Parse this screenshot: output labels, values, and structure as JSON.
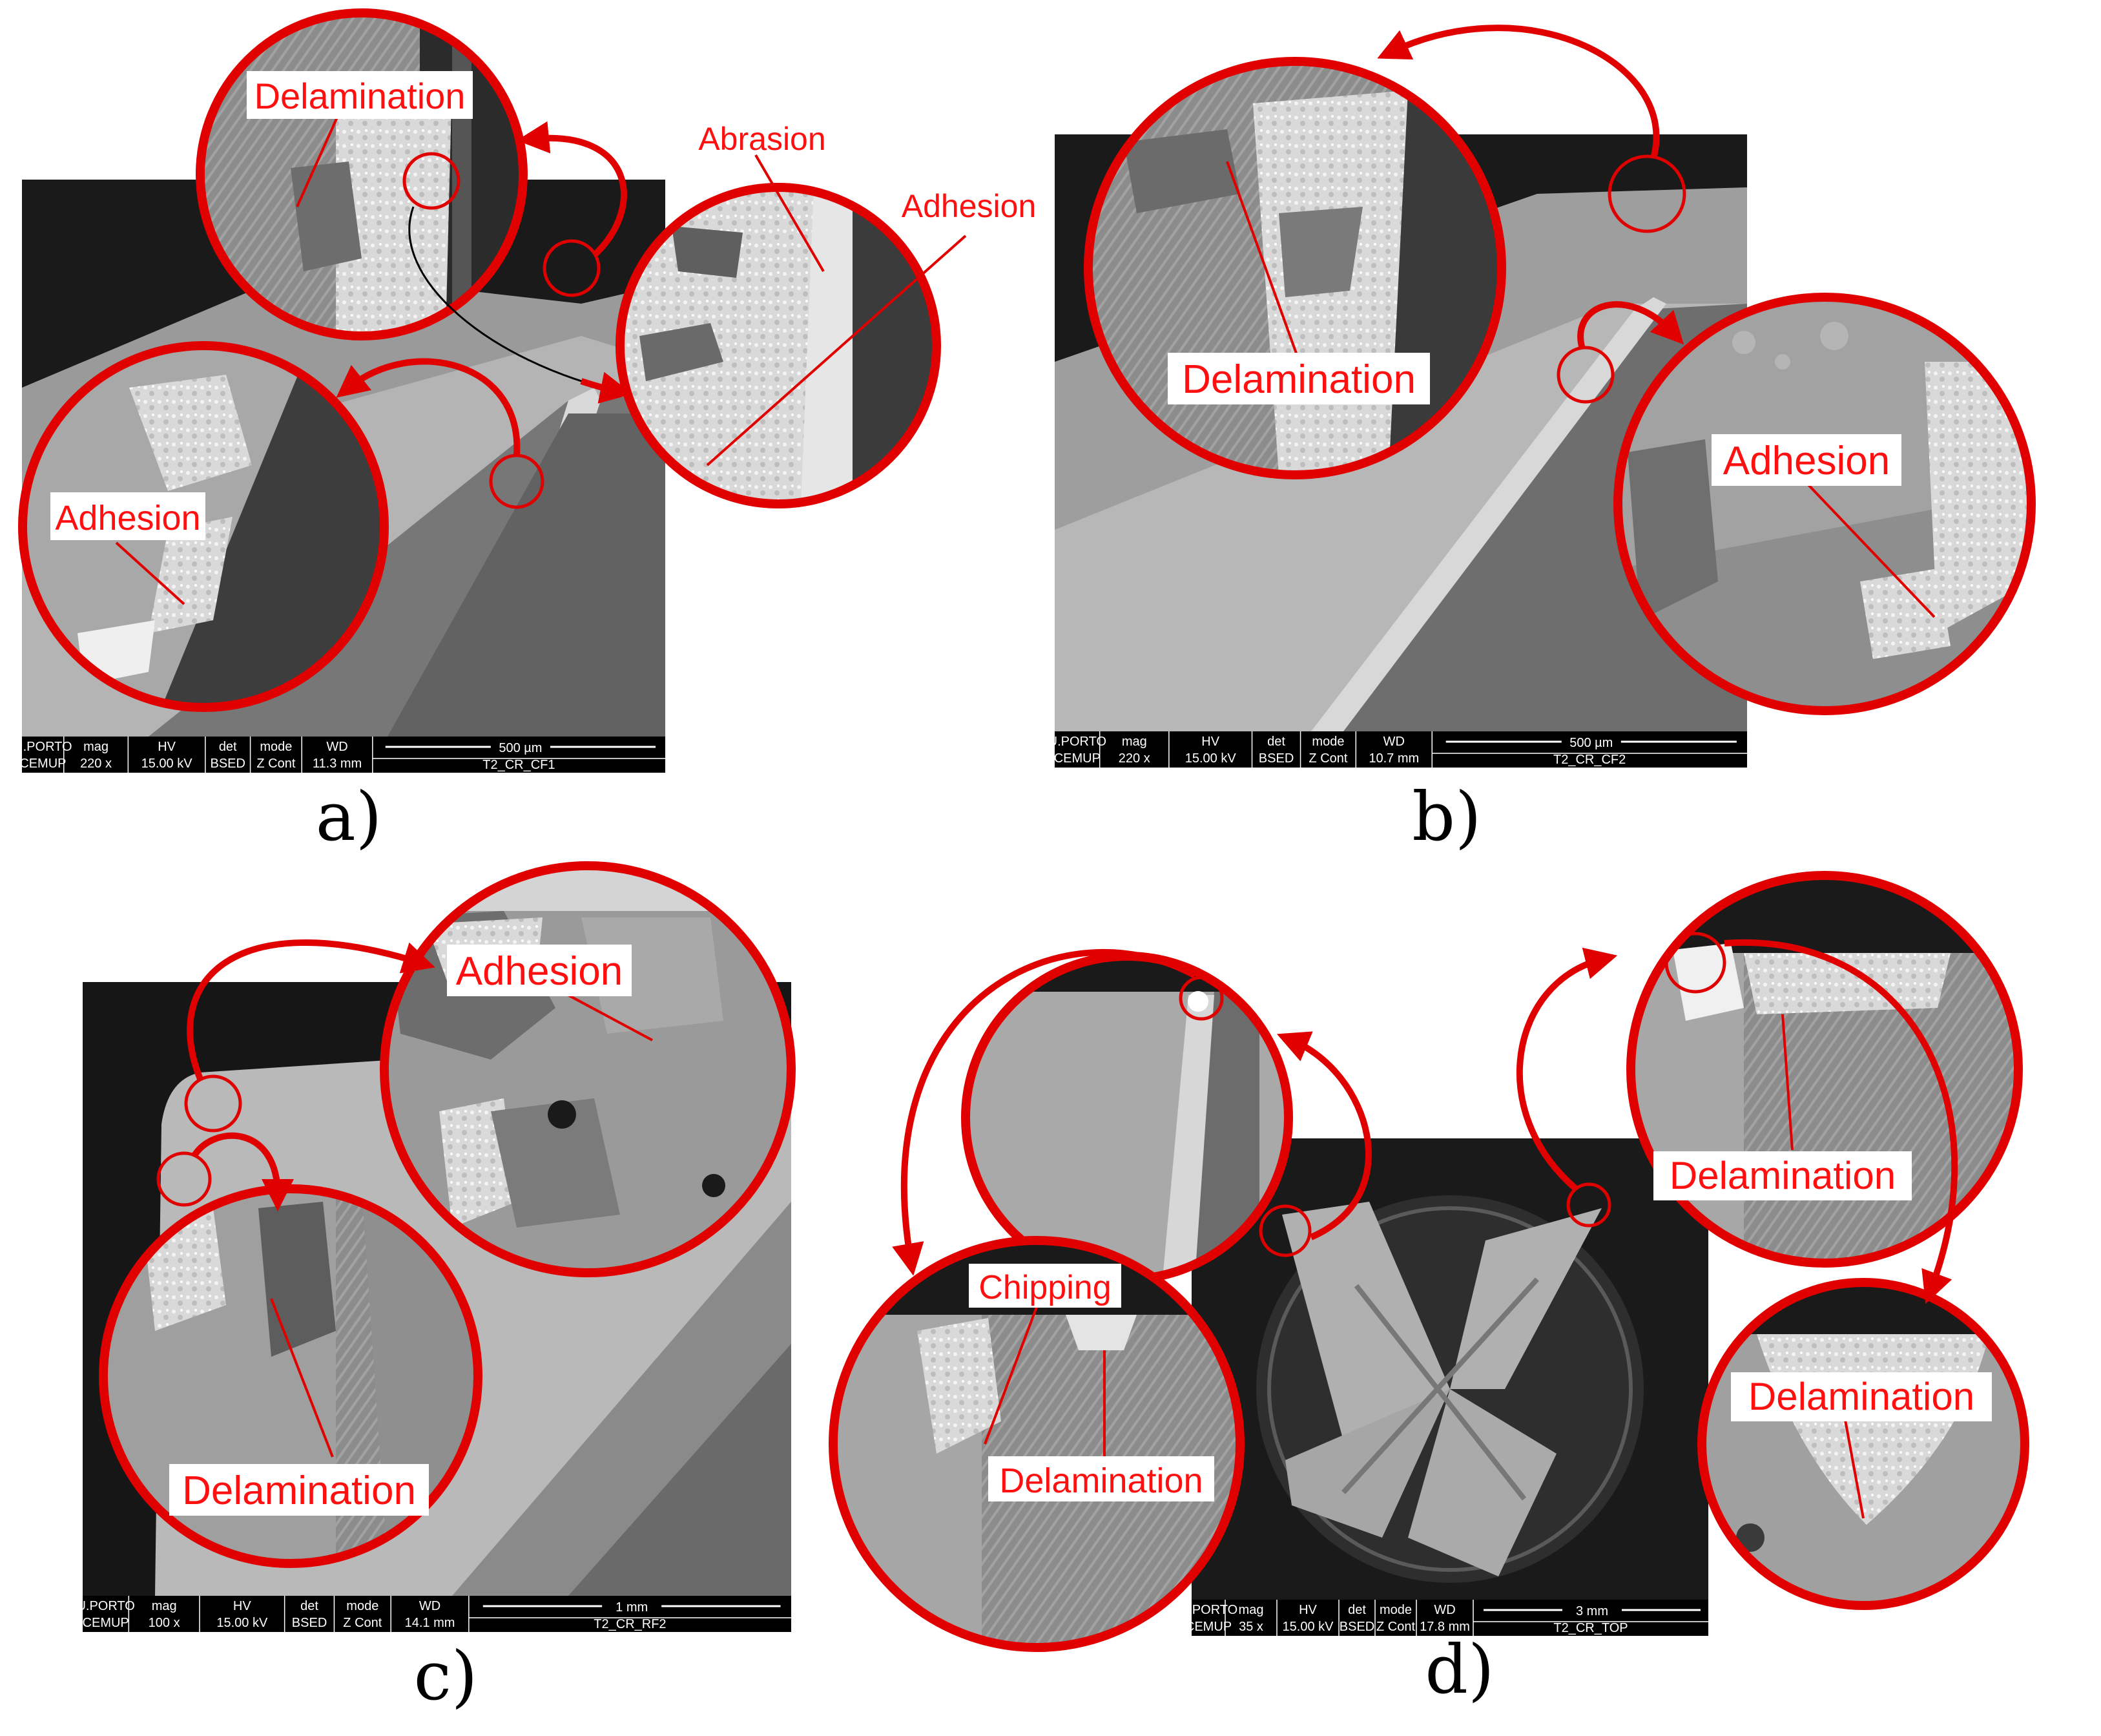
{
  "colors": {
    "annotation": "#ff1010",
    "ring": "#e00000",
    "sem_dark": "#1a1a1a",
    "sem_mid": "#7d7d7d",
    "sem_light": "#b9b9b9",
    "bar_bg": "#000000",
    "bar_text": "#ffffff",
    "label_box": "#ffffff"
  },
  "panels": [
    {
      "label": "a)",
      "bar": {
        "logo_top": "U.PORTO",
        "logo_bottom": "CEMUP",
        "mag": "220 x",
        "hv": "15.00 kV",
        "det": "BSED",
        "mode": "Z Cont",
        "wd": "11.3 mm",
        "scale": "500 µm",
        "name": "T2_CR_CF1"
      },
      "annotations": [
        "Delamination",
        "Abrasion",
        "Adhesion",
        "Adhesion"
      ]
    },
    {
      "label": "b)",
      "bar": {
        "logo_top": "U.PORTO",
        "logo_bottom": "CEMUP",
        "mag": "220 x",
        "hv": "15.00 kV",
        "det": "BSED",
        "mode": "Z Cont",
        "wd": "10.7 mm",
        "scale": "500 µm",
        "name": "T2_CR_CF2"
      },
      "annotations": [
        "Delamination",
        "Adhesion"
      ]
    },
    {
      "label": "c)",
      "bar": {
        "logo_top": "U.PORTO",
        "logo_bottom": "CEMUP",
        "mag": "100 x",
        "hv": "15.00 kV",
        "det": "BSED",
        "mode": "Z Cont",
        "wd": "14.1 mm",
        "scale": "1 mm",
        "name": "T2_CR_RF2"
      },
      "annotations": [
        "Adhesion",
        "Delamination"
      ]
    },
    {
      "label": "d)",
      "bar": {
        "logo_top": "U.PORTO",
        "logo_bottom": "CEMUP",
        "mag": "35 x",
        "hv": "15.00 kV",
        "det": "BSED",
        "mode": "Z Cont",
        "wd": "17.8 mm",
        "scale": "3 mm",
        "name": "T2_CR_TOP"
      },
      "annotations": [
        "Chipping",
        "Delamination",
        "Delamination",
        "Delamination"
      ]
    }
  ],
  "bar_headers": {
    "mag": "mag",
    "hv": "HV",
    "det": "det",
    "mode": "mode",
    "wd": "WD"
  }
}
